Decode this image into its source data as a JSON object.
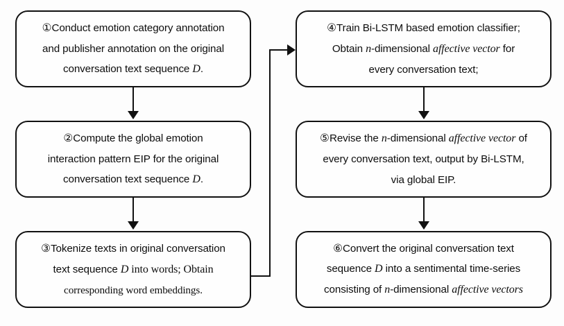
{
  "diagram": {
    "title": "Emotion-aware conversation processing pipeline flowchart",
    "background_color": "#fdfdfd",
    "stroke_color": "#111111",
    "node_fill": "#fefefe"
  },
  "nodes": [
    {
      "id": "step-1",
      "marker": "①",
      "lines": [
        "Conduct emotion category annotation",
        "and publisher annotation on the original",
        "conversation text sequence D."
      ],
      "line1_head": "Conduct emotion category annotation",
      "line2": "and publisher annotation on the original",
      "line3_pre": "conversation text sequence ",
      "line3_var": "D",
      "line3_post": "."
    },
    {
      "id": "step-2",
      "marker": "②",
      "lines": [
        "Compute the global emotion",
        "interaction pattern EIP for the original",
        "conversation text sequence D."
      ],
      "line1_head": "Compute the global emotion",
      "line2": "interaction pattern EIP for the original",
      "line3_pre": "conversation text sequence ",
      "line3_var": "D",
      "line3_post": "."
    },
    {
      "id": "step-3",
      "marker": "③",
      "lines": [
        "Tokenize texts in original conversation",
        "text sequence D into words; Obtain",
        "corresponding word embeddings."
      ],
      "line1_head": "Tokenize texts in original conversation",
      "line2_pre": "text sequence ",
      "line2_var": "D",
      "line2_post": " into words; Obtain",
      "line3_serif": "corresponding word embeddings."
    },
    {
      "id": "step-4",
      "marker": "④",
      "lines": [
        "Train Bi-LSTM based emotion classifier;",
        "Obtain n-dimensional affective vector for",
        "every conversation text;"
      ],
      "line1_head": "Train Bi-LSTM based emotion classifier;",
      "line2_pre": "Obtain ",
      "line2_var": "n",
      "line2_mid": "-dimensional ",
      "line2_em": "affective vector",
      "line2_post": " for",
      "line3": "every conversation text;"
    },
    {
      "id": "step-5",
      "marker": "⑤",
      "lines": [
        "Revise the n-dimensional affective vector of",
        "every conversation text, output by Bi-LSTM,",
        "via global EIP."
      ],
      "line1_head": "Revise the ",
      "line1_var": "n",
      "line1_mid": "-dimensional ",
      "line1_em": "affective vector",
      "line1_post": " of",
      "line2": "every conversation text, output by Bi-LSTM,",
      "line3": "via global EIP."
    },
    {
      "id": "step-6",
      "marker": "⑥",
      "lines": [
        "Convert the original conversation text",
        "sequence D into a sentimental time-series",
        "consisting of n-dimensional affective vectors"
      ],
      "line1_head": "Convert the original conversation text",
      "line2_pre": "sequence ",
      "line2_var": "D",
      "line2_post": " into a sentimental time-series",
      "line3_pre": "consisting of ",
      "line3_var": "n",
      "line3_mid": "-dimensional ",
      "line3_em": "affective vectors"
    }
  ],
  "connectors": [
    {
      "id": "arrow-1-to-2",
      "type": "vertical-arrow",
      "from": "step-1",
      "to": "step-2"
    },
    {
      "id": "arrow-2-to-3",
      "type": "vertical-arrow",
      "from": "step-2",
      "to": "step-3"
    },
    {
      "id": "arrow-3-to-4",
      "type": "elbow-arrow",
      "from": "step-3",
      "to": "step-4"
    },
    {
      "id": "arrow-4-to-5",
      "type": "vertical-arrow",
      "from": "step-4",
      "to": "step-5"
    },
    {
      "id": "arrow-5-to-6",
      "type": "vertical-arrow",
      "from": "step-5",
      "to": "step-6"
    }
  ]
}
